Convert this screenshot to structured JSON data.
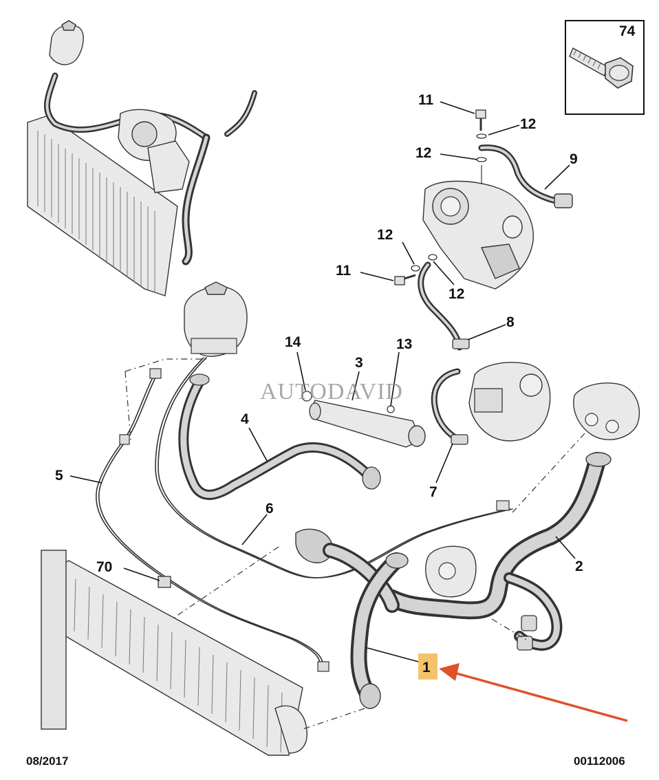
{
  "callouts": {
    "c74": "74",
    "c11a": "11",
    "c12a": "12",
    "c12b": "12",
    "c9": "9",
    "c12c": "12",
    "c11b": "11",
    "c12d": "12",
    "c8": "8",
    "c14": "14",
    "c3": "3",
    "c13": "13",
    "c4": "4",
    "c7": "7",
    "c5": "5",
    "c6": "6",
    "c2": "2",
    "c70": "70",
    "c1": "1"
  },
  "footer": {
    "date": "08/2017",
    "reference": "00112006"
  },
  "watermark": "AUTODAVID",
  "colors": {
    "highlight": "#f5c26b",
    "arrow": "#e0502a",
    "line": "#333333"
  }
}
